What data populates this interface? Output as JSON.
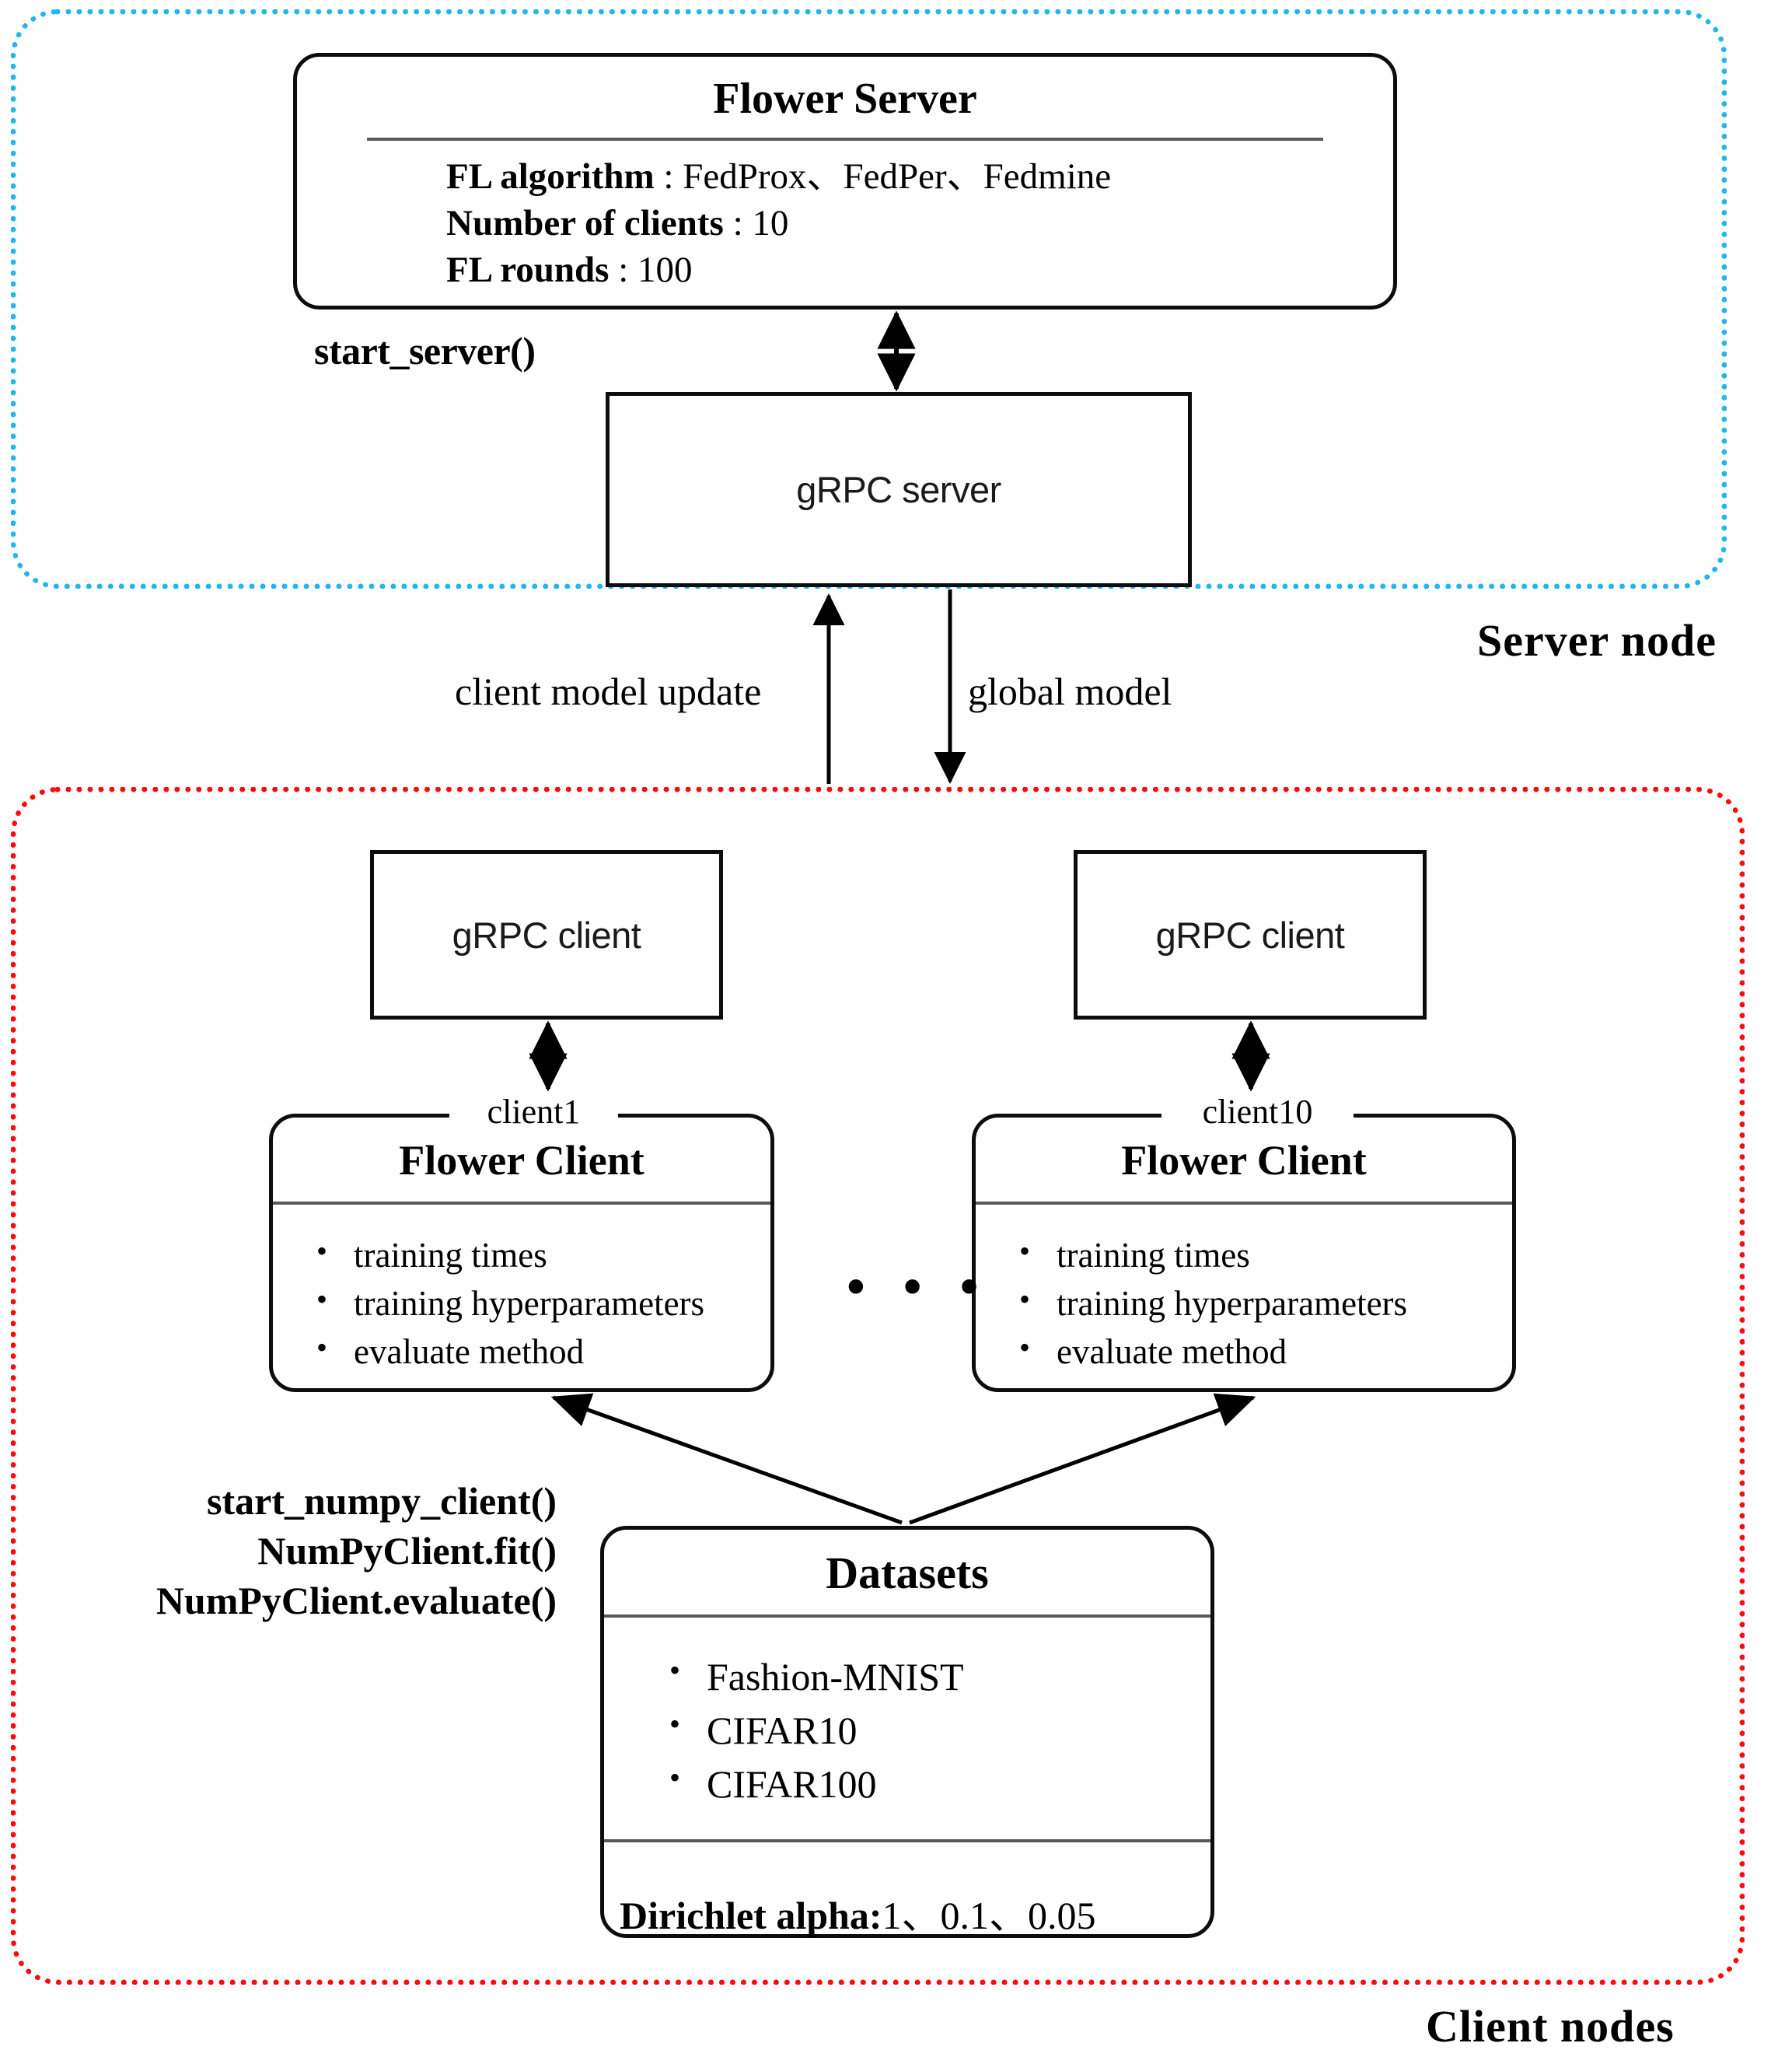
{
  "regions": {
    "server": {
      "label": "Server node",
      "color": "#21b6f0"
    },
    "client": {
      "label": "Client nodes",
      "color": "#fb0b0b"
    }
  },
  "server_box": {
    "title": "Flower Server",
    "attributes": [
      {
        "key": "FL algorithm",
        "sep": " : ",
        "value": "FedProx、FedPer、Fedmine"
      },
      {
        "key": "Number of clients",
        "sep": " : ",
        "value": "10"
      },
      {
        "key": "FL rounds",
        "sep": " : ",
        "value": "100"
      }
    ]
  },
  "grpc_server": {
    "label": "gRPC server"
  },
  "start_server_call": "start_server()",
  "edges": {
    "client_model_update": "client model update",
    "global_model": "global model"
  },
  "clients": [
    {
      "tag": "client1",
      "grpc_label": "gRPC client",
      "title": "Flower Client",
      "bullets": [
        "training times",
        "training hyperparameters",
        "evaluate method"
      ]
    },
    {
      "tag": "client10",
      "grpc_label": "gRPC client",
      "title": "Flower Client",
      "bullets": [
        "training times",
        "training hyperparameters",
        "evaluate method"
      ]
    }
  ],
  "clients_ellipsis": "• • •",
  "client_api_calls": [
    "start_numpy_client()",
    "NumPyClient.fit()",
    "NumPyClient.evaluate()"
  ],
  "datasets_box": {
    "title": "Datasets",
    "bullets": [
      "Fashion-MNIST",
      "CIFAR10",
      "CIFAR100"
    ],
    "footer_key": "Dirichlet alpha",
    "footer_sep": ":",
    "footer_value": "1、0.1、0.05"
  }
}
